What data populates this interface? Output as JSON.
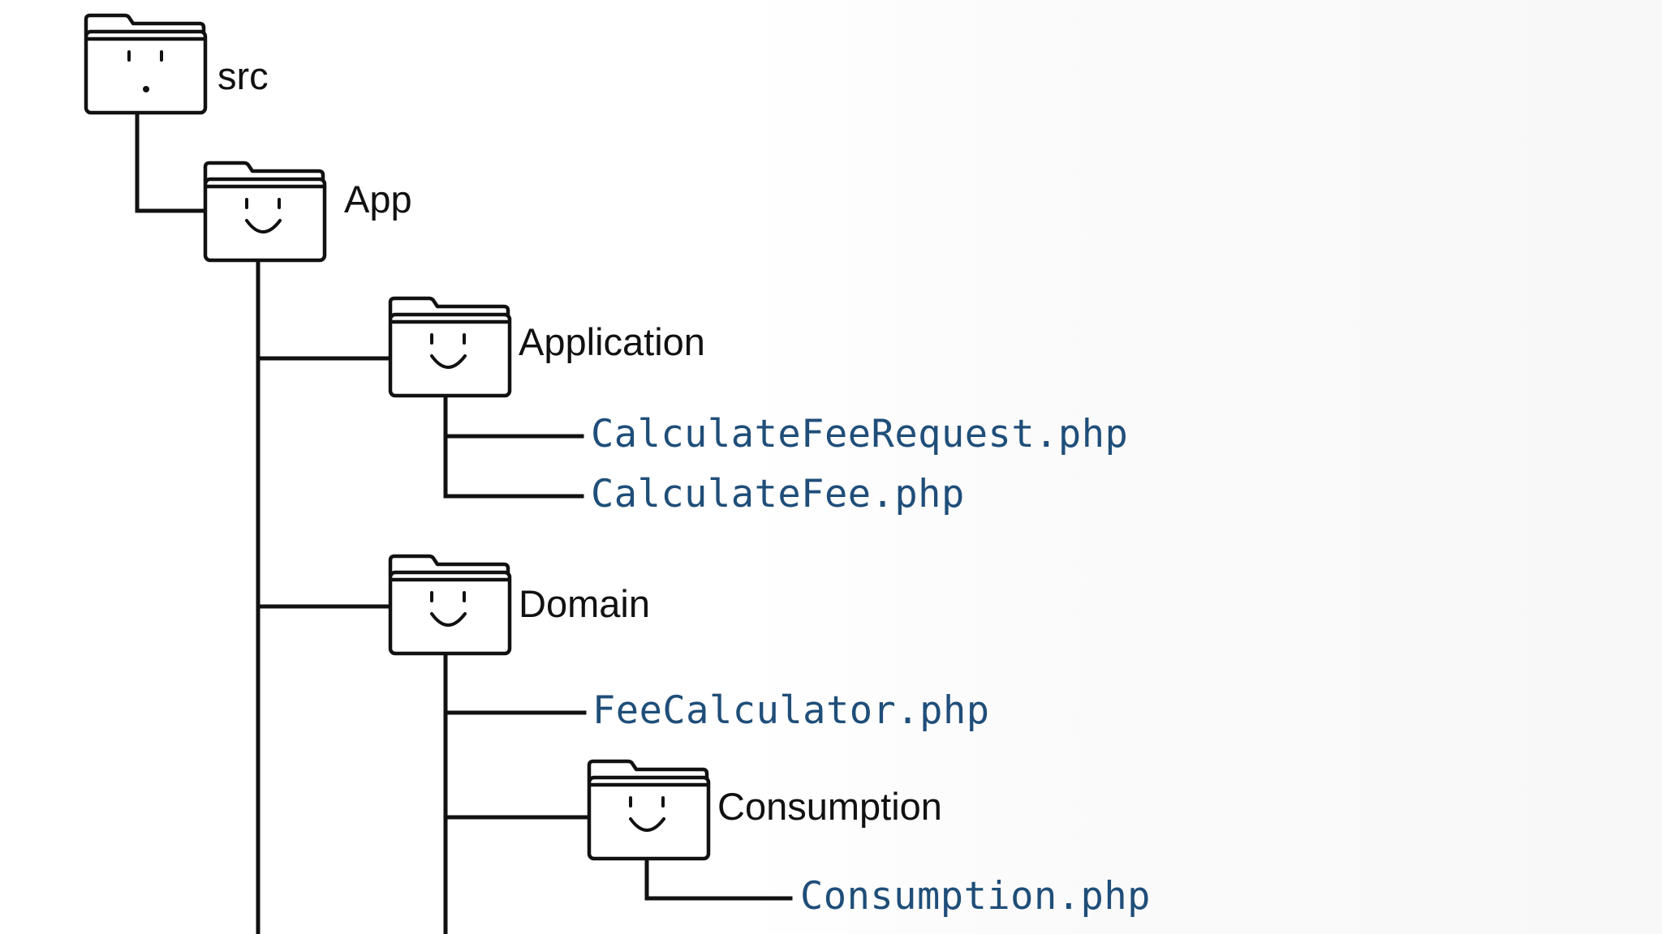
{
  "tree": {
    "src": {
      "label": "src",
      "icon": "folder-surprised-icon"
    },
    "app": {
      "label": "App",
      "icon": "folder-smile-icon"
    },
    "application": {
      "label": "Application",
      "icon": "folder-smile-icon",
      "files": [
        "CalculateFeeRequest.php",
        "CalculateFee.php"
      ]
    },
    "domain": {
      "label": "Domain",
      "icon": "folder-smile-icon",
      "files": [
        "FeeCalculator.php"
      ]
    },
    "consumption": {
      "label": "Consumption",
      "icon": "folder-smile-icon",
      "files": [
        "Consumption.php"
      ]
    }
  },
  "colors": {
    "line": "#111111",
    "folder_text": "#111111",
    "file_text": "#1f4e79"
  }
}
